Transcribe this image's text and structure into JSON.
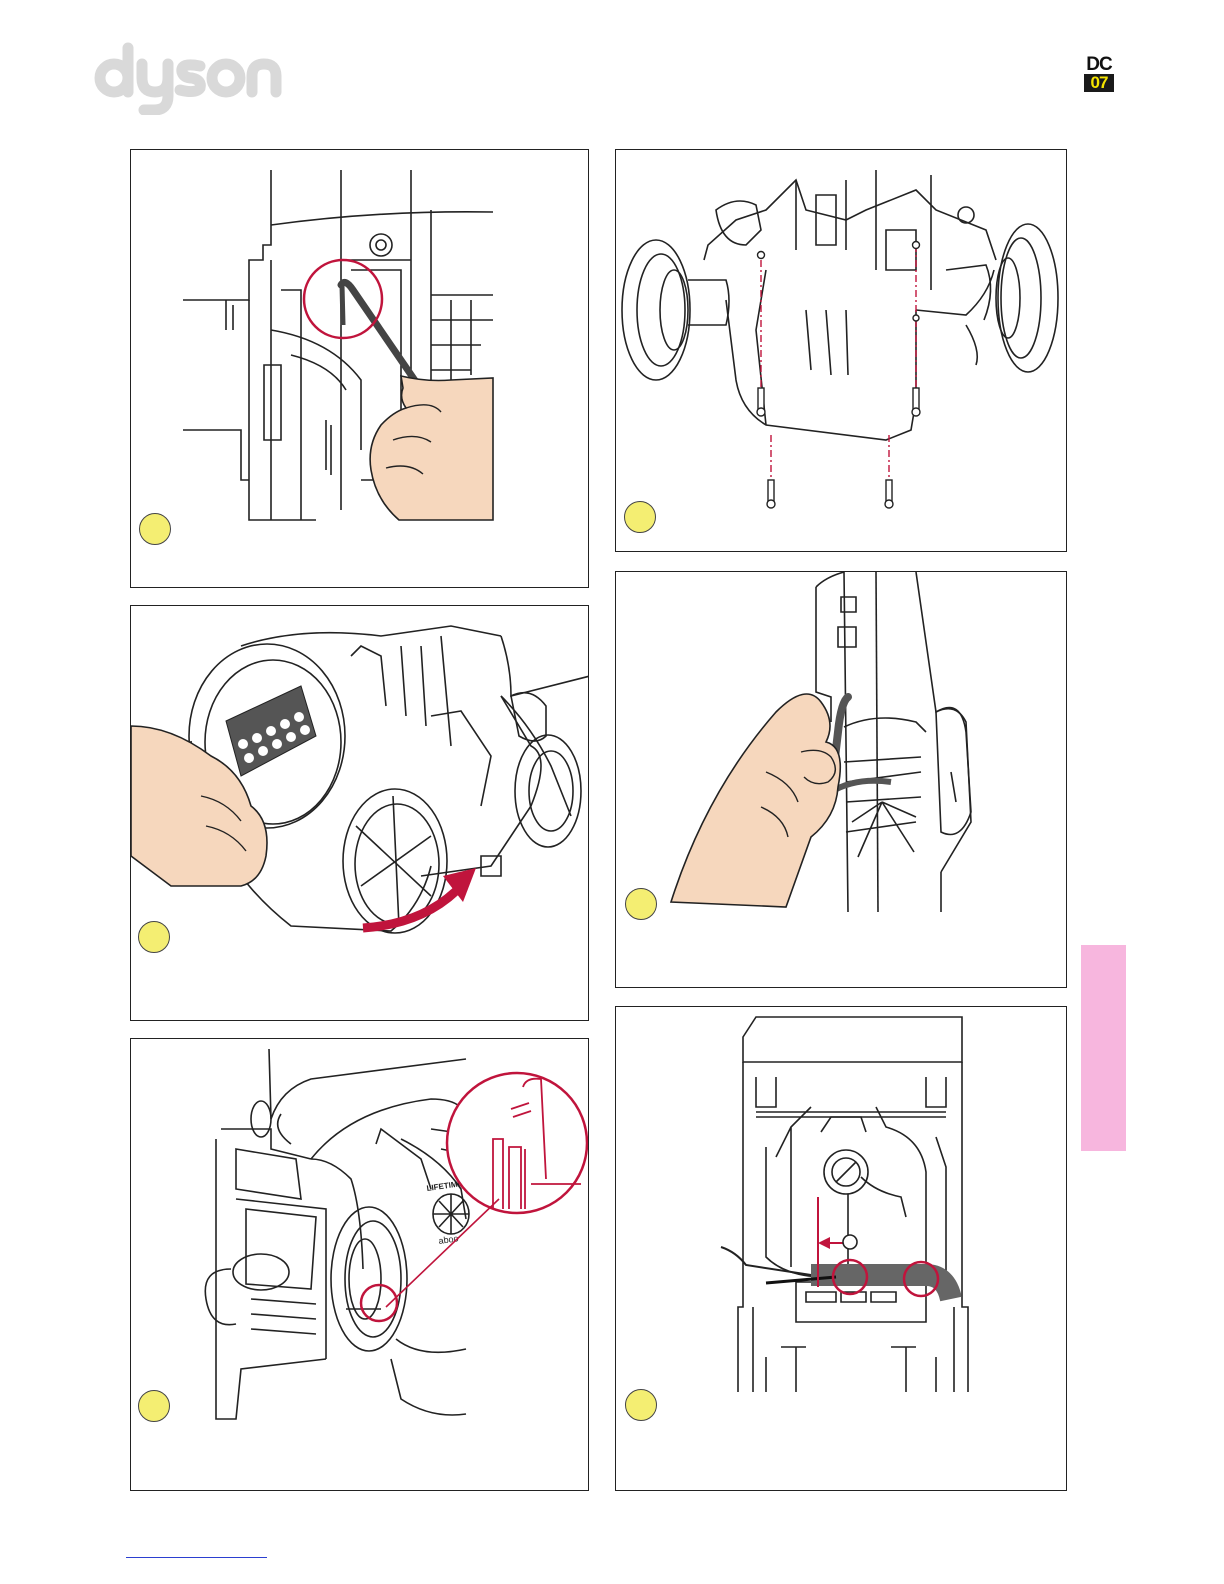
{
  "header": {
    "brand_logo": "dyson",
    "model_badge": {
      "line1": "DC",
      "line2": "07",
      "accent": "#f5e400"
    },
    "logo_color": "#d9d9d9"
  },
  "side_tab": {
    "color": "#f7b6de"
  },
  "colors": {
    "highlight": "#c0143c",
    "skin": "#f6d7bd",
    "marker": "#f4ee72"
  },
  "panels": [
    {
      "id": "step-1",
      "icon": "hook-tool-in-slot-icon"
    },
    {
      "id": "step-2",
      "icon": "remove-screws-icon"
    },
    {
      "id": "step-3",
      "icon": "rotate-cyclone-icon"
    },
    {
      "id": "step-4",
      "icon": "hook-tool-duct-icon"
    },
    {
      "id": "step-5",
      "icon": "motor-bucket-detail-icon"
    },
    {
      "id": "step-6",
      "icon": "hose-routing-icon"
    }
  ]
}
